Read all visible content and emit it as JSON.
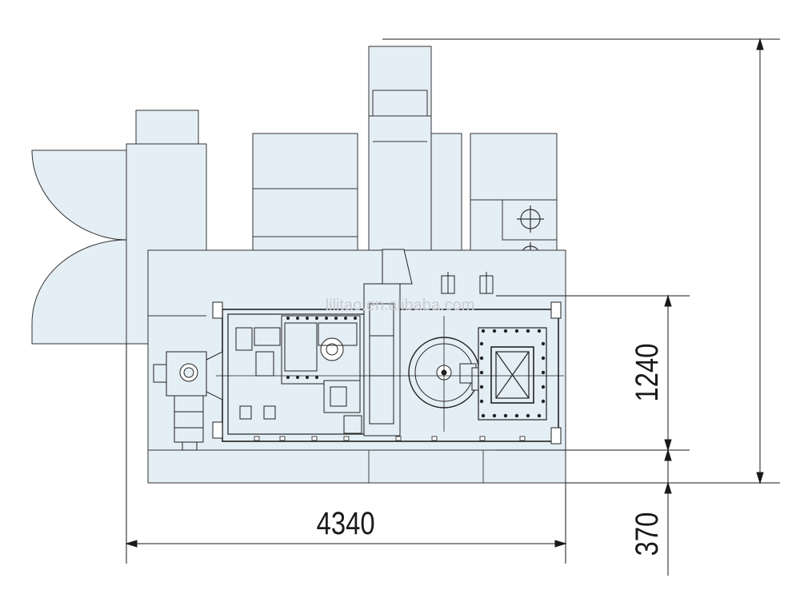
{
  "drawing": {
    "watermark": "lilitao.en.alibaba.com",
    "colors": {
      "fill": "#e4eef5",
      "line": "#333333",
      "dimension": "#1a1a1a",
      "watermark": "#c9cdd3"
    }
  },
  "dimensions": {
    "width": "4340",
    "table_depth": "1240",
    "offset": "370"
  }
}
